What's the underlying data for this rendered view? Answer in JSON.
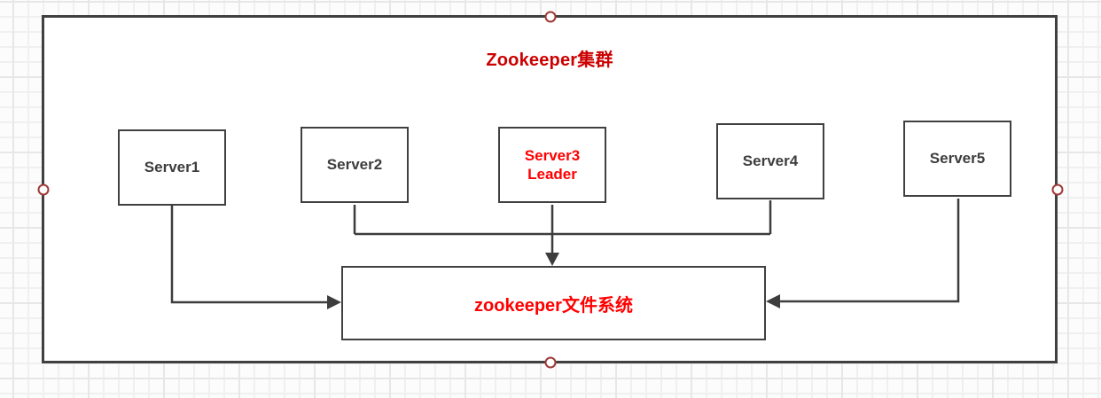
{
  "diagram": {
    "title": "Zookeeper集群",
    "servers": [
      {
        "label": "Server1"
      },
      {
        "label": "Server2"
      },
      {
        "label": "Server3",
        "sublabel": "Leader"
      },
      {
        "label": "Server4"
      },
      {
        "label": "Server5"
      }
    ],
    "filesystem_label": "zookeeper文件系统"
  },
  "colors": {
    "title_red": "#cc0000",
    "leader_red": "#ff0000",
    "box_border": "#404040",
    "label_text": "#3d3d3d",
    "line": "#3d3d3d",
    "handle_ring": "#9e3a38",
    "grid_line": "#f0f0f0",
    "grid_major": "#e7e7e7",
    "canvas_bg": "#fcfcfc"
  }
}
